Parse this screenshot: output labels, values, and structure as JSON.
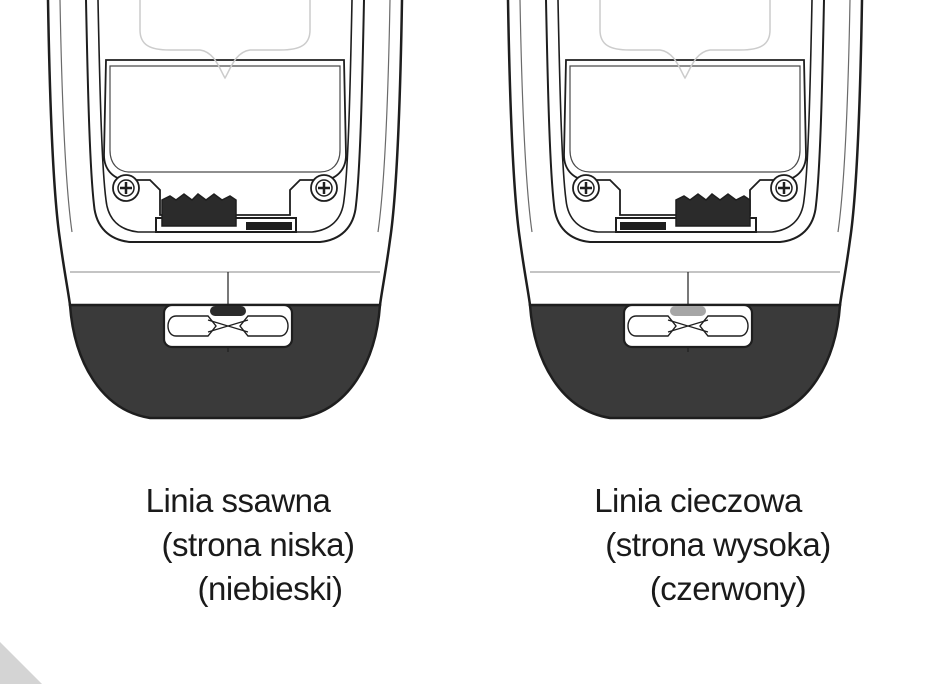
{
  "left_unit": {
    "port_color": "#2b2b2b",
    "caption": [
      "Linia ssawna",
      "(strona niska)",
      "(niebieski)"
    ]
  },
  "right_unit": {
    "port_color": "#a6a6a6",
    "caption": [
      "Linia cieczowa",
      "(strona wysoka)",
      "(czerwony)"
    ]
  },
  "colors": {
    "body_dark": "#3a3a3a",
    "outline": "#1e1e1e",
    "faint_outline": "#c8c8c8"
  }
}
